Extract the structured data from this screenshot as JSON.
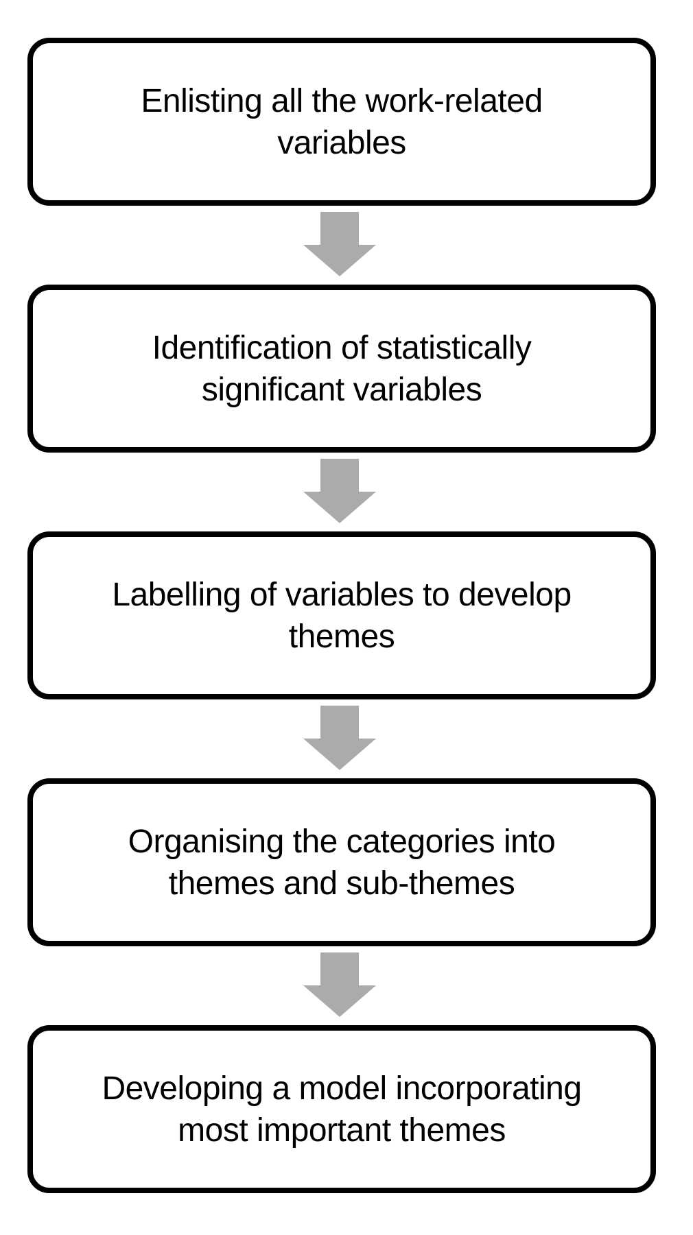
{
  "flowchart": {
    "steps": [
      {
        "label": "Enlisting all the work-related variables",
        "lines": [
          "Enlisting all the work-related",
          "variables"
        ]
      },
      {
        "label": "Identification of statistically significant variables",
        "lines": [
          "Identification of statistically",
          "significant variables"
        ]
      },
      {
        "label": "Labelling of variables to develop themes",
        "lines": [
          "Labelling of variables to develop",
          "themes"
        ]
      },
      {
        "label": "Organising the categories into themes and sub-themes",
        "lines": [
          "Organising the categories into",
          "themes and sub-themes"
        ]
      },
      {
        "label": "Developing a model incorporating most important themes",
        "lines": [
          "Developing a model incorporating",
          "most important themes"
        ]
      }
    ],
    "colors": {
      "background": "#ffffff",
      "box_fill": "#ffffff",
      "box_border": "#000000",
      "text": "#000000",
      "arrow": "#ababab"
    }
  }
}
